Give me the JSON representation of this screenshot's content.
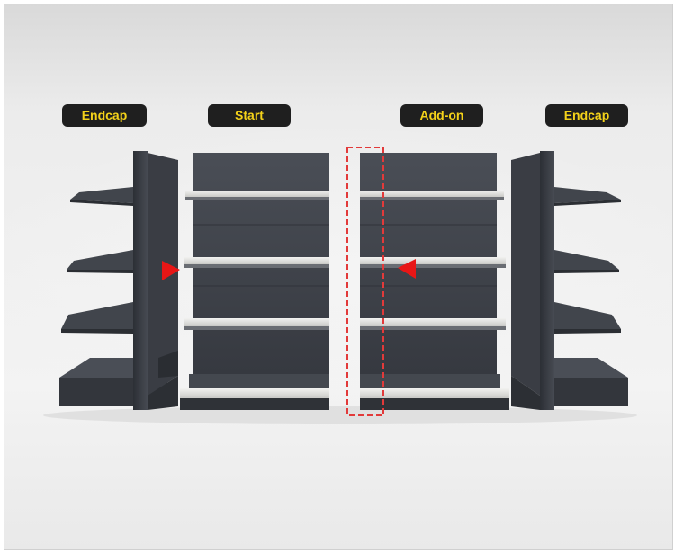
{
  "labels": {
    "left_endcap": "Endcap",
    "start": "Start",
    "add_on": "Add-on",
    "right_endcap": "Endcap"
  },
  "colors": {
    "label_background": "#1f1f1f",
    "label_text": "#f4d21a",
    "shelf_metal": "#3b3e45",
    "shelf_edge": "#e4e4e2",
    "arrow": "#e81616",
    "dashed_outline": "#e23a3a"
  },
  "icons": [
    "arrow-right-icon",
    "arrow-left-icon"
  ]
}
